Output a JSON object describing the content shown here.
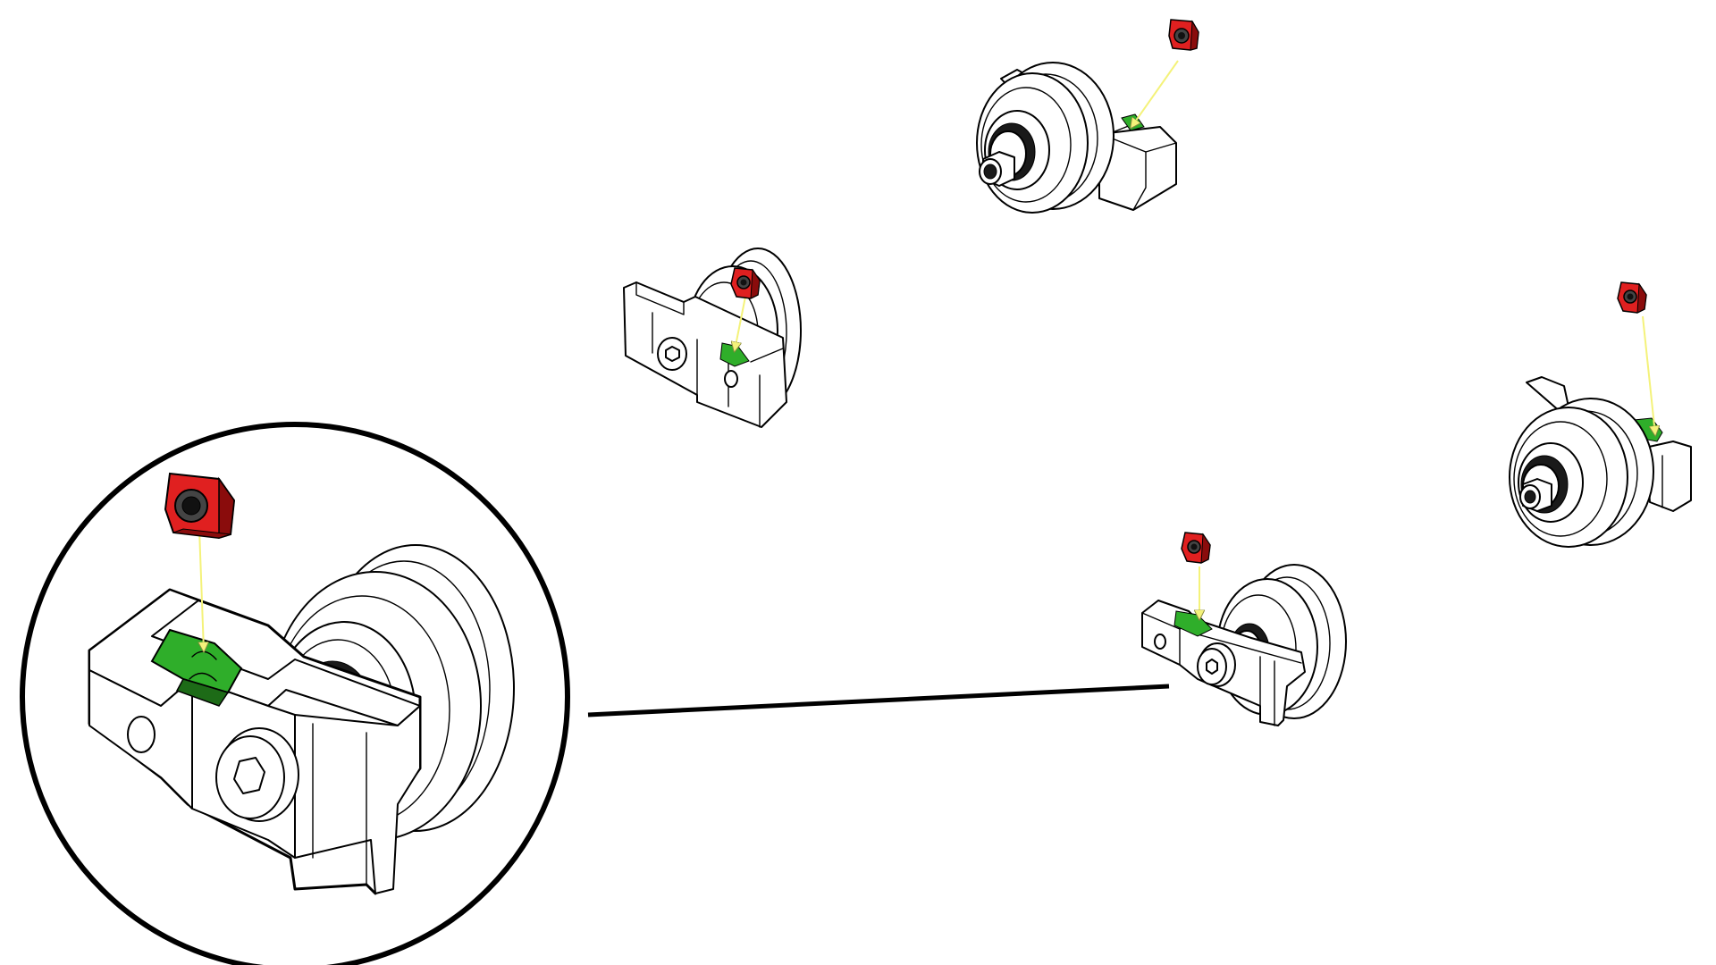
{
  "colors": {
    "nut": "#e02020",
    "nut_dark": "#8a0c0c",
    "pocket": "#2fae2a",
    "pocket_dark": "#1d6b17",
    "arrow": "#f4f27a",
    "arrow_stroke": "#8a8a40",
    "ink": "#000000",
    "background": "#ffffff"
  },
  "parts": {
    "square_nut": "square-nut",
    "nut_pocket": "nut-pocket",
    "roller_carriage": "roller-carriage",
    "v_wheel": "v-wheel",
    "socket_head_screw": "socket-head-screw"
  },
  "views": [
    {
      "id": "top-center",
      "orientation": "wheel-left-bracket-right"
    },
    {
      "id": "middle-left",
      "orientation": "bracket-front-wheel-back"
    },
    {
      "id": "right",
      "orientation": "wheel-left-hook-right"
    },
    {
      "id": "bottom-center",
      "orientation": "bracket-front-wheel-back"
    }
  ],
  "detail_callout": {
    "magnifies_view": "bottom-center",
    "shape": "circle"
  }
}
